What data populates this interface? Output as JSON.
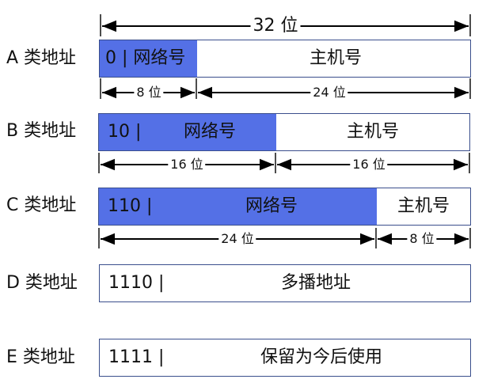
{
  "total_width": "32 位",
  "classes": [
    {
      "label": "A 类地址",
      "prefix": "0 | 网络号",
      "host": "主机号",
      "net_bits": "8 位",
      "host_bits": "24 位"
    },
    {
      "label": "B 类地址",
      "prefix": "10 |",
      "net": "网络号",
      "host": "主机号",
      "net_bits": "16 位",
      "host_bits": "16 位"
    },
    {
      "label": "C 类地址",
      "prefix": "110 |",
      "net": "网络号",
      "host": "主机号",
      "net_bits": "24 位",
      "host_bits": "8 位"
    },
    {
      "label": "D 类地址",
      "prefix": "1110 |",
      "body": "多播地址"
    },
    {
      "label": "E 类地址",
      "prefix": "1111 |",
      "body": "保留为今后使用"
    }
  ],
  "colors": {
    "network_fill": "#5470e6",
    "border": "#3a4e8c",
    "arrow": "#000000"
  }
}
